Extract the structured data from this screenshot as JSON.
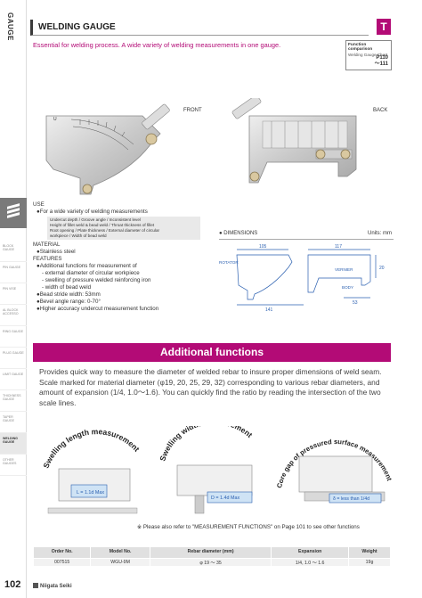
{
  "sidebar": {
    "section_label": "GAUGE",
    "items": [
      "BLOCK GAUGE",
      "PIN GAUGE",
      "PIN VISE",
      "AL BLOCK ACCESSO",
      "RING GAUGE",
      "PLUG GAUGE",
      "LIMIT GAUGE",
      "THICKNESS GAUGE",
      "TAPER GAUGE",
      "WELDING GAUGE",
      "OTHER GAUGES"
    ],
    "active_item": "WELDING GAUGE"
  },
  "header": {
    "title": "WELDING GAUGE",
    "badge": "T",
    "subtitle": "Essential for welding process. A wide variety of welding measurements in one gauge.",
    "func_box": {
      "heading": "Function comparison",
      "sub": "Welding Gauge Chart",
      "page1": "P110",
      "page2": "～111"
    }
  },
  "photos": {
    "front_label": "FRONT",
    "back_label": "BACK"
  },
  "use": {
    "heading": "USE",
    "main": "●For a wide variety of welding measurements",
    "notes": [
      "Undercut depth / Groove angle / Inconsistent level",
      "Height of fillet weld & bead weld / Throat thickness of fillet",
      "Root opening / Plate thickness / External diameter of circular",
      "workpiece / Width of bead weld"
    ],
    "material_heading": "MATERIAL",
    "material": "●Stainless steel",
    "features_heading": "FEATURES",
    "features": [
      "●Additional functions for measurement of",
      "- external diameter of circular workpiece",
      "- swelling of pressure welded reinforcing iron",
      "- width of bead weld",
      "●Bead stride width: 53mm",
      "●Bevel angle range: 0-70°",
      "●Higher accuracy undercut measurement function"
    ]
  },
  "dimensions": {
    "heading": "● DIMENSIONS",
    "units": "Units: mm",
    "labels": {
      "rotator": "ROTATOR",
      "vernier": "VERNIER",
      "body": "BODY",
      "d105": "105",
      "d141": "141",
      "d117": "117",
      "d53": "53",
      "d20": "20"
    }
  },
  "additional": {
    "heading": "Additional functions",
    "para1": "Provides quick way to measure the diameter of welded rebar to insure proper dimensions of weld seam.",
    "para2": "Scale marked for material diameter (φ19, 20, 25, 29, 32) corresponding to various rebar diameters, and amount of expansion (1/4, 1.0～1.6). You can quickly find the ratio by reading the intersection of the two scale lines.",
    "diagrams": [
      {
        "title": "Swelling length measurement",
        "label": "L = 1.1d Max"
      },
      {
        "title": "Swelling width measurement",
        "label": "D = 1.4d Max"
      },
      {
        "title": "Core gap of pressured surface measurement",
        "label": "δ = less than 1/4d"
      }
    ],
    "note": "※ Please also refer to \"MEASUREMENT FUNCTIONS\" on Page 101 to see other functions"
  },
  "table": {
    "headers": [
      "Order No.",
      "Model No.",
      "Rebar diameter (mm)",
      "Expansion",
      "Weight"
    ],
    "rows": [
      [
        "007515",
        "WGU-9M",
        "φ 19 ～ 35",
        "1/4, 1.0 ～ 1.6",
        "19g"
      ]
    ]
  },
  "footer": {
    "page_number": "102",
    "brand": "Niigata Seiki"
  },
  "colors": {
    "accent": "#b30b76",
    "sidebar_dark": "#7a7a7a"
  }
}
